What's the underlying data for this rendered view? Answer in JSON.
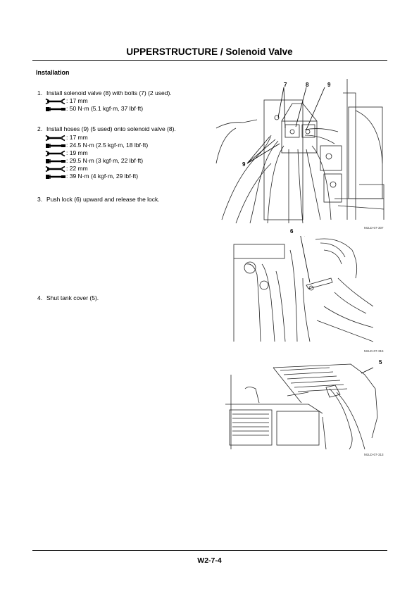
{
  "header": {
    "title": "UPPERSTRUCTURE / Solenoid Valve"
  },
  "section": {
    "title": "Installation"
  },
  "steps": [
    {
      "number": "1.",
      "text": "Install solenoid valve (8) with bolts (7) (2 used).",
      "specs": [
        {
          "icon": "wrench-icon",
          "text": ": 17 mm"
        },
        {
          "icon": "torque-wrench-icon",
          "text": ": 50 N·m (5.1 kgf·m, 37 lbf·ft)"
        }
      ]
    },
    {
      "number": "2.",
      "text": "Install hoses (9) (5 used) onto solenoid valve (8).",
      "specs": [
        {
          "icon": "wrench-icon",
          "text": ": 17 mm"
        },
        {
          "icon": "torque-wrench-icon",
          "text": ": 24.5 N·m (2.5 kgf·m, 18 lbf·ft)"
        },
        {
          "icon": "wrench-icon",
          "text": ": 19 mm"
        },
        {
          "icon": "torque-wrench-icon",
          "text": ": 29.5 N·m (3 kgf·m, 22 lbf·ft)"
        },
        {
          "icon": "wrench-icon",
          "text": ": 22 mm"
        },
        {
          "icon": "torque-wrench-icon",
          "text": ": 39 N·m (4 kgf·m, 29 lbf·ft)"
        }
      ]
    },
    {
      "number": "3.",
      "text": "Push lock (6) upward and release the lock."
    },
    {
      "number": "4.",
      "text": "Shut tank cover (5)."
    }
  ],
  "figures": [
    {
      "code": "M1LD-07-307",
      "callouts": [
        "7",
        "8",
        "9",
        "9"
      ]
    },
    {
      "code": "M1LD-07-315",
      "callouts": [
        "6"
      ]
    },
    {
      "code": "M1LD-07-313",
      "callouts": [
        "5"
      ]
    }
  ],
  "footer": {
    "page": "W2-7-4"
  }
}
